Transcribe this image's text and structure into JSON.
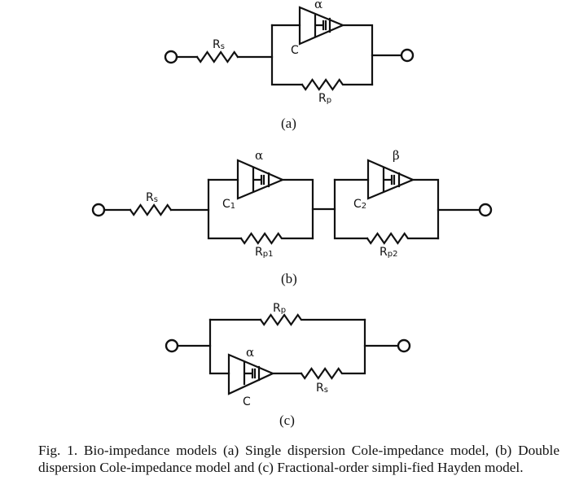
{
  "figure": {
    "caption": "Fig. 1.  Bio-impedance models (a) Single dispersion Cole-impedance model, (b) Double dispersion Cole-impedance model and (c) Fractional-order simpli-fied Hayden model.",
    "panels": [
      {
        "id": "a",
        "label": "(a)",
        "title": "Single dispersion Cole-impedance model",
        "components": {
          "series_resistor": {
            "name": "R",
            "sub": "s"
          },
          "parallel_resistor": {
            "name": "R",
            "sub": "p"
          },
          "cpe": {
            "name": "C",
            "sub": "",
            "order": "α"
          }
        }
      },
      {
        "id": "b",
        "label": "(b)",
        "title": "Double dispersion Cole-impedance model",
        "components": {
          "series_resistor": {
            "name": "R",
            "sub": "s"
          },
          "parallel_resistor_1": {
            "name": "R",
            "sub": "p1"
          },
          "parallel_resistor_2": {
            "name": "R",
            "sub": "p2"
          },
          "cpe_1": {
            "name": "C",
            "sub": "1",
            "order": "α"
          },
          "cpe_2": {
            "name": "C",
            "sub": "2",
            "order": "β"
          }
        }
      },
      {
        "id": "c",
        "label": "(c)",
        "title": "Fractional-order simplified Hayden model",
        "components": {
          "parallel_resistor": {
            "name": "R",
            "sub": "p"
          },
          "series_resistor": {
            "name": "R",
            "sub": "s"
          },
          "cpe": {
            "name": "C",
            "sub": "",
            "order": "α"
          }
        }
      }
    ]
  }
}
